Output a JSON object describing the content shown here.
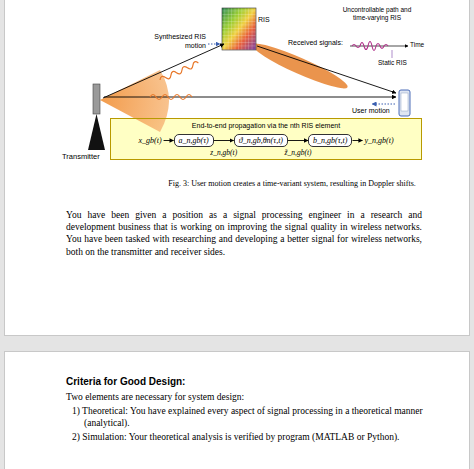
{
  "diagram": {
    "caption": "Fig. 3: User motion creates a time-variant system, resulting in Doppler shifts.",
    "nodes": [
      {
        "text": [
          "End-to-end propagation via the nth RIS element"
        ]
      },
      {
        "text": [
          "a_n,gb(τ)"
        ],
        "in": 0
      },
      {
        "text": [
          "ϑ_n,gb,θn(τ,t)"
        ],
        "in": 0
      },
      {
        "text": [
          "b_n,gb(τ,t)"
        ],
        "in": 0
      }
    ],
    "edges": [
      {
        "from": 1,
        "to": 2,
        "arrow": "to",
        "label": "z_n,gb(t)"
      },
      {
        "from": 2,
        "to": 3,
        "arrow": "to",
        "label": "z̃_n,gb(t)"
      }
    ],
    "labels": [
      "RIS",
      "Synthesized RIS motion",
      "Uncontrollable path and time-varying RIS",
      "Received signals:",
      "Time",
      "Static RIS",
      "User motion",
      "Transmitter",
      "x_gb(t)",
      "y_n,gb(t)",
      "You have been given a position as a signal processing engineer in a research and development business that is working on improving the signal quality in wireless networks. You have been tasked with researching and developing a better signal for wireless networks, both on the transmitter and receiver sides.",
      "Criteria for Good Design:",
      "Two elements are necessary for system design:",
      "1) Theoretical: You have explained every aspect of signal processing in a theoretical manner (analytical).",
      "2) Simulation: Your theoretical analysis is verified by program (MATLAB or Python)."
    ]
  }
}
